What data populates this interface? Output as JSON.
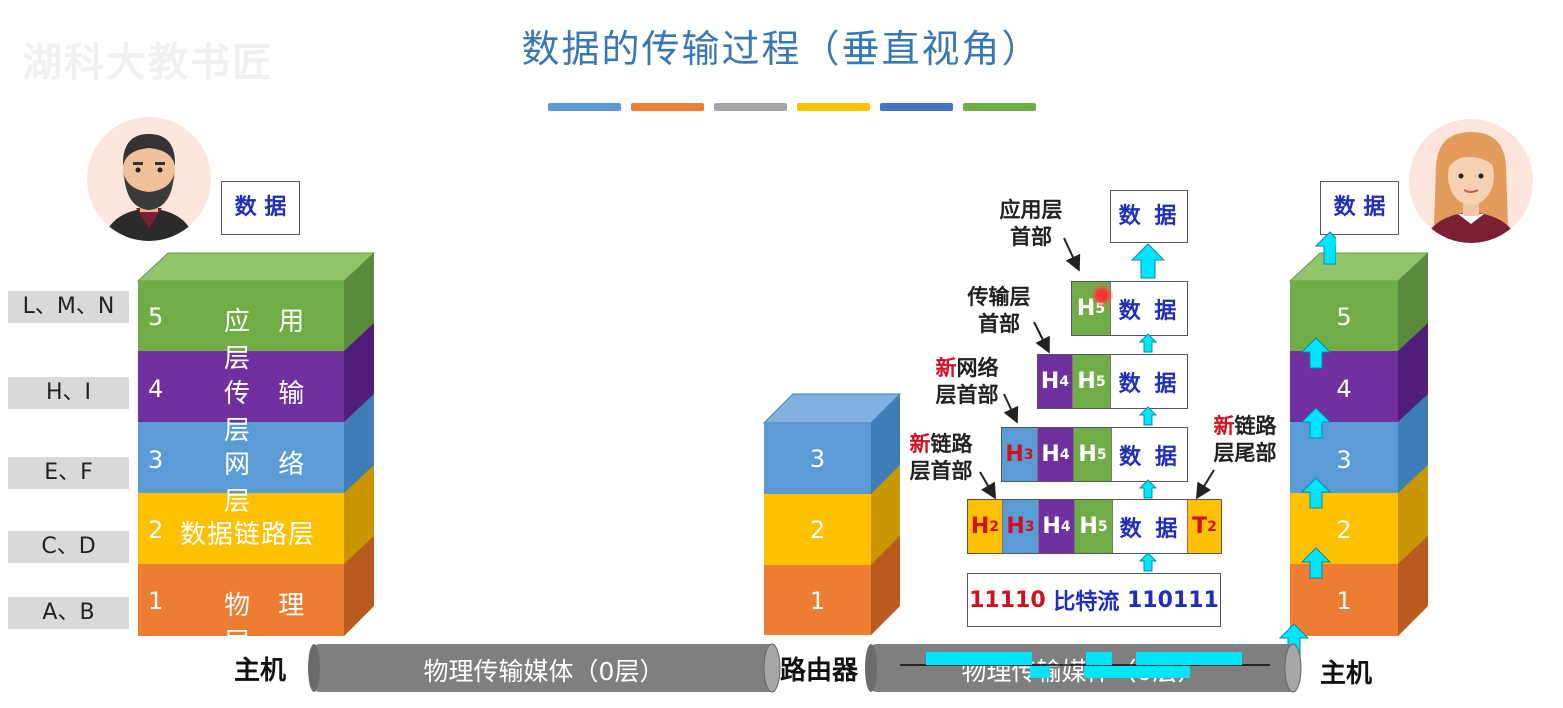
{
  "title": "数据的传输过程（垂直视角）",
  "watermark": "湖科大教书匠",
  "stripe_colors": [
    "#5b9bd5",
    "#ed7d31",
    "#a5a5a5",
    "#ffc000",
    "#4472c4",
    "#70ad47"
  ],
  "colors": {
    "application": "#70ad47",
    "transport": "#7030a0",
    "network": "#5b9bd5",
    "datalink": "#ffc000",
    "physical": "#ed7d31",
    "arrow": "#00e5ff",
    "red_text": "#d01020",
    "blue_text": "#1f2fb8"
  },
  "left_host": {
    "data_label": "数 据",
    "side_labels": [
      "L、M、N",
      "H、I",
      "E、F",
      "C、D",
      "A、B"
    ],
    "layers": [
      {
        "num": "5",
        "name": "应 用 层"
      },
      {
        "num": "4",
        "name": "传 输 层"
      },
      {
        "num": "3",
        "name": "网 络 层"
      },
      {
        "num": "2",
        "name": "数据链路层"
      },
      {
        "num": "1",
        "name": "物 理 层"
      }
    ],
    "label": "主机"
  },
  "router": {
    "layers": [
      "3",
      "2",
      "1"
    ],
    "label": "路由器"
  },
  "right_host": {
    "data_label": "数 据",
    "layers": [
      "5",
      "4",
      "3",
      "2",
      "1"
    ],
    "label": "主机"
  },
  "media": {
    "left": "物理传输媒体（0层）",
    "right": "物理传输媒体（0层）"
  },
  "encapsulation": {
    "top_data": "数 据",
    "data": "数 据",
    "headers": {
      "h2": "H",
      "h3": "H",
      "h4": "H",
      "h5": "H",
      "t2": "T"
    },
    "subs": {
      "h2": "2",
      "h3": "3",
      "h4": "4",
      "h5": "5",
      "t2": "2"
    },
    "bitstream": {
      "left": "11110",
      "middle": " 比特流 ",
      "right": "110111"
    }
  },
  "annotations": {
    "app_header": [
      "应用层",
      "首部"
    ],
    "transport_header": [
      "传输层",
      "首部"
    ],
    "new_prefix": "新",
    "network_header": [
      "网络",
      "层首部"
    ],
    "link_header": [
      "链路",
      "层首部"
    ],
    "link_trailer": [
      "链路",
      "层尾部"
    ]
  }
}
